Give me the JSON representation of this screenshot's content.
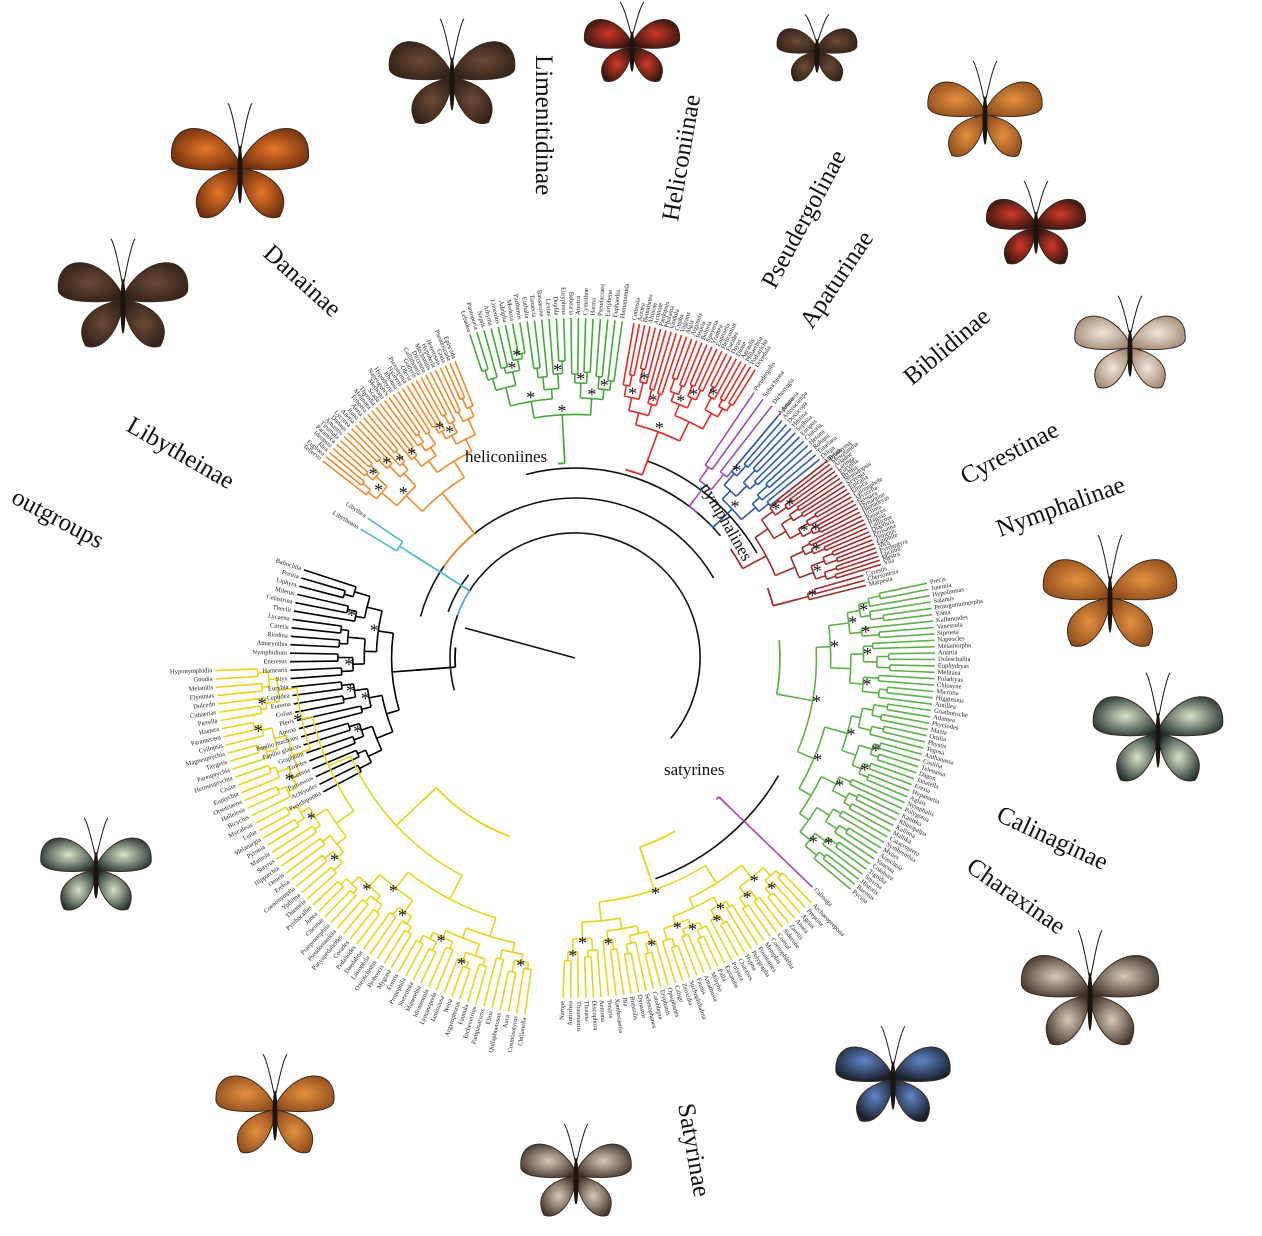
{
  "clades": [
    {
      "key": "outgroups",
      "label": "outgroups",
      "color": "#000000"
    },
    {
      "key": "libytheinae",
      "label": "Libytheinae",
      "color": "#4fb6d4"
    },
    {
      "key": "danainae",
      "label": "Danainae",
      "color": "#f28a2a"
    },
    {
      "key": "limenitidinae",
      "label": "Limenitidinae",
      "color": "#46a83a"
    },
    {
      "key": "heliconiinae",
      "label": "Heliconiinae",
      "color": "#e52b23"
    },
    {
      "key": "pseudergolinae",
      "label": "Pseudergolinae",
      "color": "#9b4fb4"
    },
    {
      "key": "apaturinae",
      "label": "Apaturinae",
      "color": "#2a5bb0"
    },
    {
      "key": "biblidinae",
      "label": "Biblidinae",
      "color": "#a52a2a"
    },
    {
      "key": "cyrestinae",
      "label": "Cyrestinae",
      "color": "#a52a2a"
    },
    {
      "key": "nymphalinae",
      "label": "Nymphalinae",
      "color": "#5fb04a"
    },
    {
      "key": "calinaginae",
      "label": "Calinaginae",
      "color": "#a346a6"
    },
    {
      "key": "charaxinae",
      "label": "Charaxinae",
      "color": "#e6d51a"
    },
    {
      "key": "satyrinae",
      "label": "Satyrinae",
      "color": "#e6d51a"
    }
  ],
  "groups": [
    {
      "key": "heliconiines",
      "label": "heliconiines"
    },
    {
      "key": "nymphalines",
      "label": "nymphalines"
    },
    {
      "key": "satyrines",
      "label": "satyrines"
    }
  ],
  "support_symbol": "*",
  "tips": {
    "outgroups": [
      "Baliochila",
      "Poritia",
      "Liphyra",
      "Miletus",
      "Celastrina",
      "Theclii",
      "Lycaena",
      "Curetis",
      "Riodina",
      "Amarynthis",
      "Nymphidium",
      "Eneresus",
      "Hamearis",
      "Styx",
      "Eurybia",
      "Leptidea",
      "Eurema",
      "Colias",
      "Pieris",
      "Aporia",
      "Papilio machaon",
      "Papilio glaucus",
      "Graphium",
      "Troides",
      "Baronia",
      "Parnassius",
      "Achlyodes",
      "Pseudopontia"
    ],
    "libytheinae": [
      "Libytheana",
      "Libythea"
    ],
    "danainae": [
      "Tellervo",
      "Euploea",
      "Idea",
      "Ideopsis",
      "Parantica",
      "Tirumala",
      "Amauris",
      "Danaus",
      "Lycorea",
      "Anetia",
      "Ituna",
      "Aeria",
      "Tithorea",
      "Melinaea",
      "Thyridia",
      "Scada",
      "Methona",
      "Napeogenes",
      "Hypothyris",
      "Ithomia",
      "Hyalyris",
      "Pteronymia",
      "Oleria",
      "Godyris",
      "Callithomia",
      "Dircenna",
      "Mechanitis",
      "Hypoleria",
      "Heterosais",
      "Greta",
      "Pseudoscada",
      "Episcada"
    ],
    "limenitidinae": [
      "Lebadea",
      "Pantoporia",
      "Neptis",
      "Athyma",
      "Limenitis",
      "Adelpha",
      "Moduza",
      "Parthenos",
      "Euthalia",
      "Tanaecia",
      "Bassarona",
      "Lexias",
      "Dophla",
      "Euryphene",
      "Bebearia",
      "Aterica",
      "Cymothoe",
      "Harma",
      "Pseudacraea",
      "Euriphene",
      "Euphaedra",
      "Hamanumida"
    ],
    "heliconiinae": [
      "Cethosia",
      "Acraea",
      "Bematistes",
      "Altinote",
      "Actinote",
      "Pardopsis",
      "Phalanta",
      "Vindula",
      "Cupha",
      "Vagrans",
      "Algia",
      "Argynnis",
      "Issoria",
      "Boloria",
      "Speyeria",
      "Yramea",
      "Euptoieta",
      "Heliconius",
      "Eueides",
      "Dryas",
      "Dione",
      "Agraulis",
      "Philaethria",
      "Podotricha",
      "Dryadula"
    ],
    "pseudergolinae": [
      "Pseudergolis",
      "Stibochiona",
      "Dichorragia",
      "Amnosia"
    ],
    "apaturinae": [
      "Apatura",
      "Asterocampa",
      "Doxocopa",
      "Hestina",
      "Sephisa",
      "Euripus",
      "Chitoria",
      "Herona",
      "Rohana",
      "Timelaea",
      "Dilipa",
      "Mimathyma"
    ],
    "biblidinae": [
      "Biblis",
      "Mesoxantha",
      "Ariadne",
      "Laringa",
      "Eurytela",
      "Byblia",
      "Neptidopsis",
      "Sevenia",
      "Epicalia",
      "Eunica",
      "Catonephele",
      "Myscelia",
      "Nessaea",
      "Dynamine",
      "Hamadryas",
      "Ectima",
      "Panacea",
      "Batesia",
      "Callicore",
      "Diaethria",
      "Perisama",
      "Temenis",
      "Epiphile",
      "Nica",
      "Pyrrhogyra",
      "Lucinia",
      "Mestra",
      "Vila"
    ],
    "cyrestinae": [
      "Cyrestis",
      "Chersonesia",
      "Marpesia"
    ],
    "nymphalinae": [
      "Precis",
      "Junonia",
      "Hypolimnas",
      "Salamis",
      "Protogoniomorpha",
      "Yoma",
      "Kallimoides",
      "Vanessula",
      "Siproeta",
      "Napeocles",
      "Metamorpha",
      "Anartia",
      "Doleschallia",
      "Euphydryas",
      "Melitaea",
      "Poladryas",
      "Chlosyne",
      "Microtia",
      "Higginsius",
      "Antillea",
      "Gnathotriche",
      "Atlantea",
      "Phyciodes",
      "Mazia",
      "Ortilia",
      "Phystis",
      "Tegosa",
      "Anthanassa",
      "Castilia",
      "Telenassa",
      "Dagon",
      "Janatella",
      "Eresia",
      "Hypanartia",
      "Aglais",
      "Nymphalis",
      "Polygonia",
      "Kaniska",
      "Rhinopalpa",
      "Kallima",
      "Mallika",
      "Catacroptera",
      "Symbrenthia",
      "Mynes",
      "Araschnia",
      "Vanessa",
      "Colobura",
      "Tigridia",
      "Smyrna",
      "Historis",
      "Baeotus",
      "Pycina"
    ],
    "calinaginae": [
      "Calinaga"
    ],
    "charaxinae": [
      "Archaeoprepona",
      "Prepona",
      "Agrias",
      "Anaea",
      "Zaretis",
      "Siderone",
      "Consul",
      "Coenophlebia",
      "Memphis",
      "Fountainea",
      "Polygrapha",
      "Hypna",
      "Charaxes",
      "Polyura",
      "Euxanthe",
      "Palla",
      "Morpho",
      "Amathusia",
      "Faunis",
      "Stichophthalma",
      "Zeuxidia",
      "Caligo",
      "Opsiphanes",
      "Eryphanis",
      "Catoblepia",
      "Selenophanes",
      "Dynastor",
      "Brassolis",
      "Bia",
      "Xanthotaenia",
      "Tenaris",
      "Aemona",
      "Discophora",
      "Thauria",
      "Thaumantis",
      "Antirrhea",
      "Narope"
    ],
    "satyrinae": [
      "Chillanella",
      "Cosmosatyrus",
      "Auca",
      "Quilaphoetosus",
      "Elina",
      "Pampasatyrus",
      "Etcheverrius",
      "Faunula",
      "Argyrophorus",
      "Neita",
      "Ianussiusa",
      "Lymanopoda",
      "Idioneurula",
      "Manerebia",
      "Steremnia",
      "Pronophila",
      "Eretris",
      "Mygona",
      "Proboscis",
      "Oxeoschistus",
      "Lasiophila",
      "Daedalma",
      "Pedaliodes",
      "Corades",
      "Panyapedaliodes",
      "Pseudomaniola",
      "Praepronophila",
      "Cheimas",
      "Junea",
      "Pyrrhocalles",
      "Thiemeia",
      "Ypthima",
      "Coenonympha",
      "Erebia",
      "Oeneis",
      "Hipparchia",
      "Satyrus",
      "Maniola",
      "Pyronia",
      "Melanargia",
      "Lethe",
      "Mycalesis",
      "Bicyclus",
      "Hallelesis",
      "Orsotriaena",
      "Euptychia",
      "Cissia",
      "Hermeuptychia",
      "Pareuptychia",
      "Taygetis",
      "Magneuptychia",
      "Cyllopsis",
      "Paramecera",
      "Haetera",
      "Pierella",
      "Cithaerias",
      "Dulcedo",
      "Elymnias",
      "Melanitis",
      "Gnodia",
      "Hyponymphidia"
    ]
  }
}
